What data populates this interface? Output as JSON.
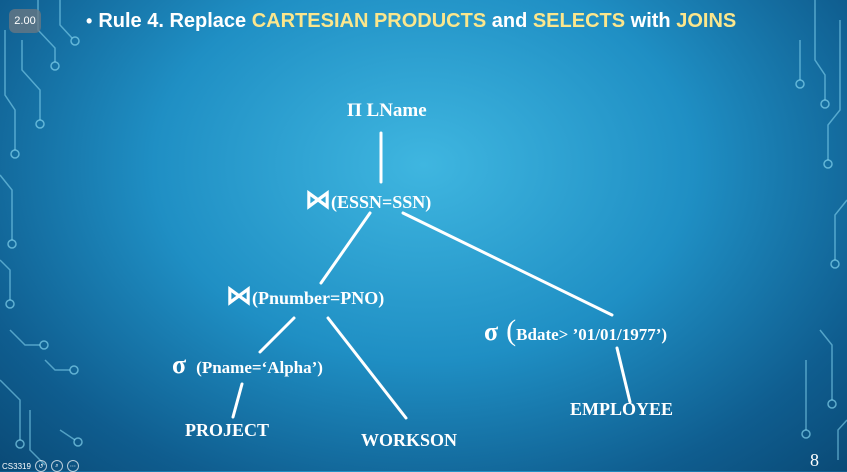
{
  "player": {
    "speed": "2.00"
  },
  "slide": {
    "title_prefix": "Rule 4. Replace ",
    "title_hl1": "CARTESIAN PRODUCTS",
    "title_mid": " and ",
    "title_hl2": "SELECTS",
    "title_mid2": " with ",
    "title_hl3": "JOINS",
    "page_number": "8"
  },
  "tree": {
    "projection": {
      "symbol": "Π",
      "text": "LName"
    },
    "join_top": {
      "symbol": "⋈",
      "text": "(ESSN=SSN)"
    },
    "join_left": {
      "symbol": "⋈",
      "text": "(Pnumber=PNO)"
    },
    "select_pname": {
      "symbol": "σ",
      "text": "(Pname=‘Alpha’)"
    },
    "select_bdate": {
      "symbol": "σ",
      "paren": "(",
      "text": "Bdate> ’01/01/1977’)"
    },
    "project": "PROJECT",
    "workson": "WORKSON",
    "employee": "EMPLOYEE"
  },
  "footer": {
    "course": "CS3319"
  },
  "colors": {
    "title_highlight": "#fbe68c",
    "text": "#ffffff"
  }
}
